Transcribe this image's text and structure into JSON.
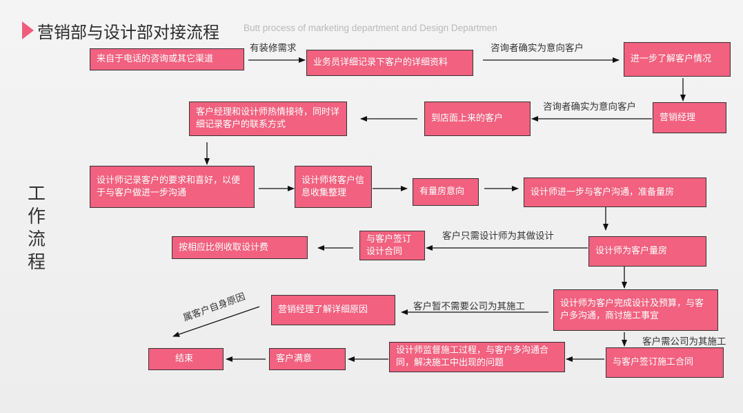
{
  "header": {
    "title": "营销部与设计部对接流程",
    "subtitle": "Butt process of marketing department and Design Departmen"
  },
  "side_title": "工作流程",
  "boxes": {
    "b1": "来自于电话的咨询或其它渠道",
    "b2": "业务员详细记录下客户的详细资料",
    "b3": "进一步了解客户情况",
    "b4": "营销经理",
    "b5": "到店面上来的客户",
    "b6": "客户经理和设计师热情接待，同时详细记录客户的联系方式",
    "b7": "设计师记录客户的要求和喜好，以便于与客户做进一步沟通",
    "b8": "设计师将客户信息收集整理",
    "b9": "有量房意向",
    "b10": "设计师进一步与客户沟通，准备量房",
    "b11": "设计师为客户量房",
    "b12": "与客户签订设计合同",
    "b13": "按相应比例收取设计费",
    "b14": "设计师为客户完成设计及预算，与客户多沟通，商讨施工事宜",
    "b15": "营销经理了解详细原因",
    "b16": "与客户签订施工合同",
    "b17": "设计师监督施工过程，与客户多沟通合同，解决施工中出现的问题",
    "b18": "客户满意",
    "b19": "结束"
  },
  "labels": {
    "l1": "有装修需求",
    "l2": "咨询者确实为意向客户",
    "l3": "咨询者确实为意向客户",
    "l4": "客户只需设计师为其做设计",
    "l5": "客户暂不需要公司为其施工",
    "l6": "客户需公司为其施工",
    "l7": "属客户自身原因"
  },
  "colors": {
    "box_fill": "#f2617f",
    "box_border": "#333333",
    "accent": "#ef5d7d"
  }
}
